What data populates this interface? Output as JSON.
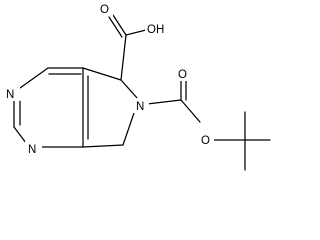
{
  "molecule": {
    "atoms": {
      "n_top": "N",
      "n_bottom": "N",
      "n_ring": "N",
      "o_hydroxyl": "OH",
      "o_acid_carbonyl": "O",
      "o_carbamate_carbonyl": "O",
      "o_ester": "O"
    }
  }
}
